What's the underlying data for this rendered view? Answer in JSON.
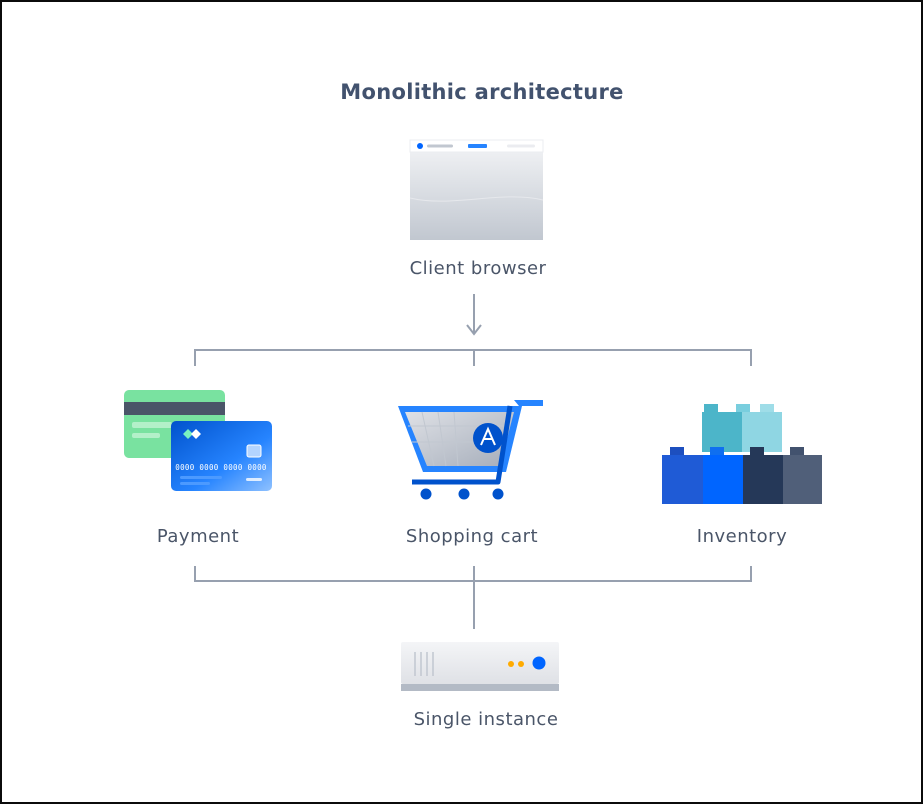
{
  "title": "Monolithic architecture",
  "nodes": {
    "client_browser": "Client browser",
    "payment": "Payment",
    "shopping_cart": "Shopping cart",
    "inventory": "Inventory",
    "single_instance": "Single instance"
  },
  "card_number": "0000 0000 0000 0000",
  "colors": {
    "text": "#4a5568",
    "connector": "#97a0af",
    "accent_blue": "#0065ff",
    "dark_navy": "#253858",
    "card_green": "#79e2a0",
    "teal_block": "#5fc4d6",
    "server_orange": "#ffab00"
  }
}
